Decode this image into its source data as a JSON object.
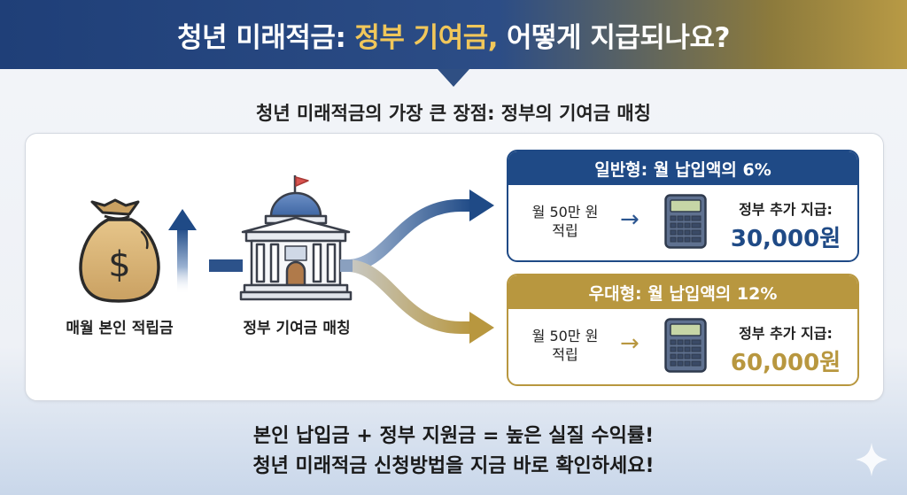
{
  "header": {
    "title_prefix": "청년 미래적금: ",
    "title_highlight": "정부 기여금,",
    "title_suffix": " 어떻게 지급되나요?"
  },
  "subtitle": "청년 미래적금의 가장 큰 장점: 정부의 기여금 매칭",
  "flow": {
    "savings_label": "매월 본인 적립금",
    "gov_label": "정부 기여금 매칭",
    "money_symbol": "$"
  },
  "cards": [
    {
      "title": "일반형: 월 납입액의 6%",
      "deposit_line1": "월 50만 원",
      "deposit_line2": "적립",
      "arrow": "→",
      "pay_label": "정부 추가 지급:",
      "amount": "30,000원",
      "color": "#1f4a86"
    },
    {
      "title": "우대형: 월 납입액의 12%",
      "deposit_line1": "월 50만 원",
      "deposit_line2": "적립",
      "arrow": "→",
      "pay_label": "정부 추가 지급:",
      "amount": "60,000원",
      "color": "#b8973f"
    }
  ],
  "footer": {
    "line1": "본인 납입금 + 정부 지원금 = 높은 실질 수익률!",
    "line2": "청년 미래적금 신청방법을 지금 바로 확인하세요!"
  },
  "icons": [
    "money-bag-icon",
    "up-arrow-icon",
    "government-building-icon",
    "calculator-icon",
    "sparkle-icon"
  ]
}
